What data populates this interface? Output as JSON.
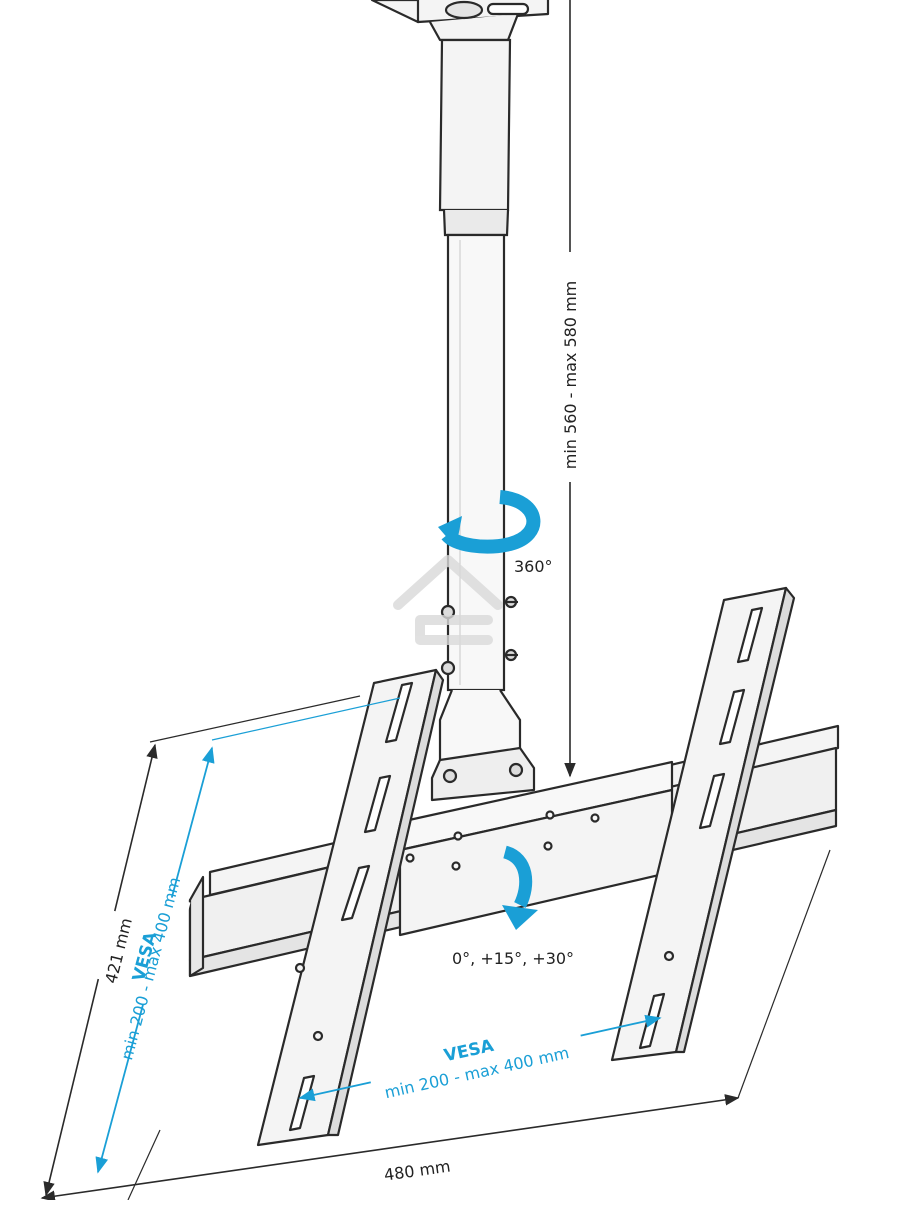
{
  "labels": {
    "height_dim": "min 560 - max 580 mm",
    "rotation": "360°",
    "tilt": "0°, +15°, +30°",
    "depth_dim": "421 mm",
    "vesa_v_title": "VESA",
    "vesa_v_range": "min 200 - max 400 mm",
    "vesa_h_title": "VESA",
    "vesa_h_range": "min 200 - max 400 mm",
    "width_dim": "480 mm"
  },
  "colors": {
    "line": "#2a2a2a",
    "accent": "#1a9fd6",
    "metal": "#f4f4f4",
    "watermark": "#d9d9d9"
  },
  "icons": [
    "rotation-arrow-icon",
    "tilt-arrow-icon",
    "watermark-house-icon"
  ]
}
